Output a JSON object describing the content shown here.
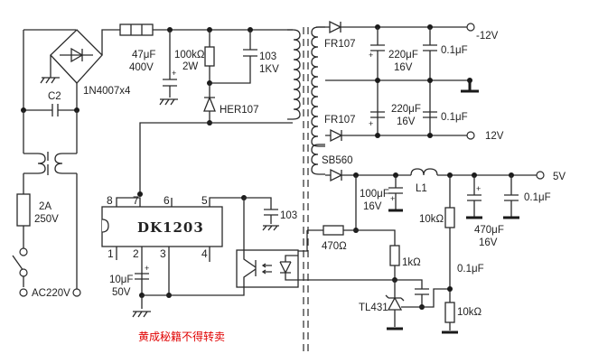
{
  "diagram": {
    "type": "switching power supply schematic",
    "watermark": "黄成秘籍不得转卖",
    "watermark_color": "#e00000",
    "ic": {
      "name": "DK1203",
      "pins": [
        "1",
        "2",
        "3",
        "4",
        "5",
        "6",
        "7",
        "8"
      ]
    },
    "components": {
      "bridge": "1N4007x4",
      "c2": "C2",
      "fuse_rating": "2A",
      "fuse_voltage": "250V",
      "ac_input": "AC220V",
      "bulk_cap_value": "47μF",
      "bulk_cap_voltage": "400V",
      "snubber_res_value": "100kΩ",
      "snubber_res_power": "2W",
      "snubber_cap_value": "103",
      "snubber_cap_voltage": "1KV",
      "snubber_diode": "HER107",
      "pin5_cap": "103",
      "vcc_cap_value": "10μF",
      "vcc_cap_voltage": "50V",
      "neg12_diode": "FR107",
      "pos12_diode": "FR107",
      "neg12_cap_value": "220μF",
      "neg12_cap_voltage": "16V",
      "neg12_cap_small": "0.1μF",
      "pos12_cap_value": "220μF",
      "pos12_cap_voltage": "16V",
      "pos12_cap_small": "0.1μF",
      "out_neg12": "-12V",
      "out_pos12": "12V",
      "schottky": "SB560",
      "cap_100_value": "100μF",
      "cap_100_voltage": "16V",
      "inductor": "L1",
      "cap_470_value": "470μF",
      "cap_470_voltage": "16V",
      "cap_5v_small": "0.1μF",
      "out_5v": "5V",
      "res_470": "470Ω",
      "res_1k": "1kΩ",
      "res_10k_top": "10kΩ",
      "res_10k_bottom": "10kΩ",
      "tl431": "TL431",
      "fb_cap": "0.1μF"
    }
  }
}
